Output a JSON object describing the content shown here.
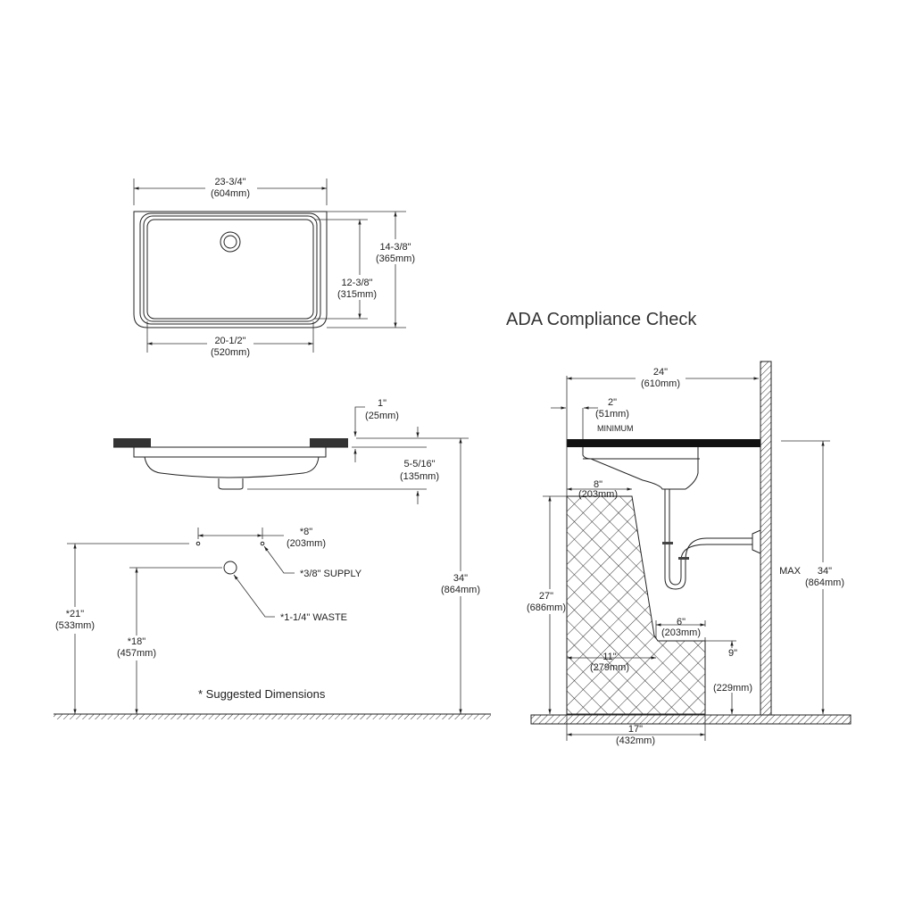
{
  "plan_view": {
    "overall_width": "23-3/4\"",
    "overall_width_mm": "(604mm)",
    "overall_depth": "14-3/8\"",
    "overall_depth_mm": "(365mm)",
    "bowl_depth": "12-3/8\"",
    "bowl_depth_mm": "(315mm)",
    "bowl_width": "20-1/2\"",
    "bowl_width_mm": "(520mm)"
  },
  "side_view": {
    "counter": "1\"",
    "counter_mm": "(25mm)",
    "bowl_height": "5-5/16\"",
    "bowl_height_mm": "(135mm)",
    "supply_spacing": "*8\"",
    "supply_spacing_mm": "(203mm)",
    "supply_label": "*3/8\" SUPPLY",
    "waste_label": "*1-1/4\" WASTE",
    "supply_height": "*21\"",
    "supply_height_mm": "(533mm)",
    "waste_height": "*18\"",
    "waste_height_mm": "(457mm)",
    "rim_height": "34\"",
    "rim_height_mm": "(864mm)",
    "footnote": "* Suggested Dimensions"
  },
  "ada": {
    "title": "ADA Compliance Check",
    "depth": "24\"",
    "depth_mm": "(610mm)",
    "min_offset": "2\"",
    "min_offset_mm": "(51mm)",
    "minimum": "MINIMUM",
    "knee_top": "8\"",
    "knee_top_mm": "(203mm)",
    "knee_height": "27\"",
    "knee_height_mm": "(686mm)",
    "toe_depth": "6\"",
    "toe_depth_mm": "(203mm)",
    "knee_depth": "11\"",
    "knee_depth_mm": "(279mm)",
    "toe_height": "9\"",
    "toe_height_mm": "(229mm)",
    "floor_depth": "17\"",
    "floor_depth_mm": "(432mm)",
    "max": "MAX",
    "max_height": "34\"",
    "max_height_mm": "(864mm)"
  }
}
